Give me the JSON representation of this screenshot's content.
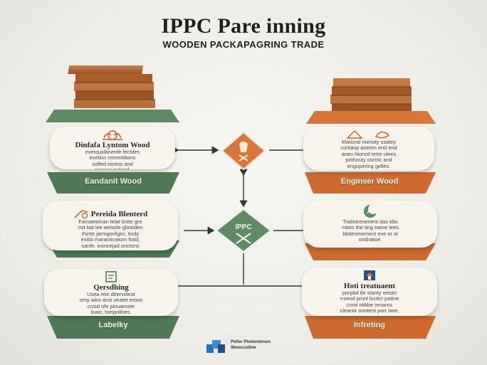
{
  "title": "IPPC Pare inning",
  "subtitle": "WOODEN PACKAPAGRING TRADE",
  "center_marks": [
    "IPPC"
  ],
  "left_column": [
    {
      "icon": "leaf-seal-icon",
      "title": "Dinfafa Lyntom Wood",
      "body": "exerquidanenfe fectdes\nexetion mimmitlions\nsolfed oiceos and\nexsnag radoed.",
      "label": "Eandanit Wood"
    },
    {
      "icon": "saw-log-icon",
      "title": "Pereida Blenterd",
      "body": "Famaewinan telat tintte gre\nmit bat lee eetsole gbotiden\nthinte jarmgorifgec, tisdy\nexitio maracticwiom fotid,\nsanfe. exincejad onctons",
      "label": ""
    },
    {
      "icon": "certificate-icon",
      "title": "Qersdhing",
      "body": "Usea rein dtiervoleat\nomy aiiro ansi veatet mooo\ncnisd ofe plouamoer\nloaio, toeipnlloes.",
      "label": "Labelky"
    }
  ],
  "right_column": [
    {
      "icon": "wood-chips-icon",
      "title": "",
      "body": "Matioral menoty ssatey\ncontasp anetnn end end\naneo hlonotl tetre ulees\npothouty oorntc and\nengopering gelles.",
      "label": "Enginser Wood"
    },
    {
      "icon": "moon-leaf-icon",
      "title": "",
      "body": "Tratintrenenent das ebs\nmtios the ting eame lees\nblotenmement eve or ol\nondratioe.",
      "label": ""
    },
    {
      "icon": "heat-house-icon",
      "title": "Hoti treatuaent",
      "body": "perpbd tle stanty vetstn\nrroesd pmnl lncticr patine\ncnnit ntikbe reoarns\ncleantir onntent porr tiwe.",
      "label": "Infreting"
    }
  ],
  "footer": {
    "line1": "Pefor Plotentenon",
    "line2": "Illeoccotine"
  },
  "colors": {
    "green": "#5f8a63",
    "green_dark": "#3f6a47",
    "orange": "#d9773b",
    "orange_dark": "#b65a24",
    "wood": "#b46a35",
    "card": "#f7f4ee"
  }
}
